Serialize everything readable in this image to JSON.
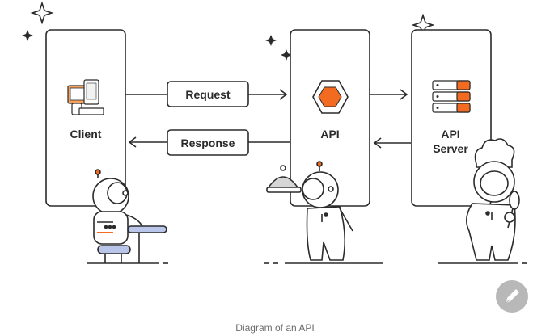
{
  "diagram": {
    "client_label": "Client",
    "api_label": "API",
    "server_label_line1": "API",
    "server_label_line2": "Server",
    "request_label": "Request",
    "response_label": "Response"
  },
  "caption": "Diagram of an API",
  "colors": {
    "stroke": "#2b2b2b",
    "accent_orange": "#f26b21",
    "accent_light_orange": "#f7a25c",
    "accent_blue": "#b9c6ea"
  },
  "icons": {
    "badge": "pen-nib-icon",
    "client": "devices-icon",
    "api": "hexagon-icon",
    "server": "server-stack-icon"
  }
}
